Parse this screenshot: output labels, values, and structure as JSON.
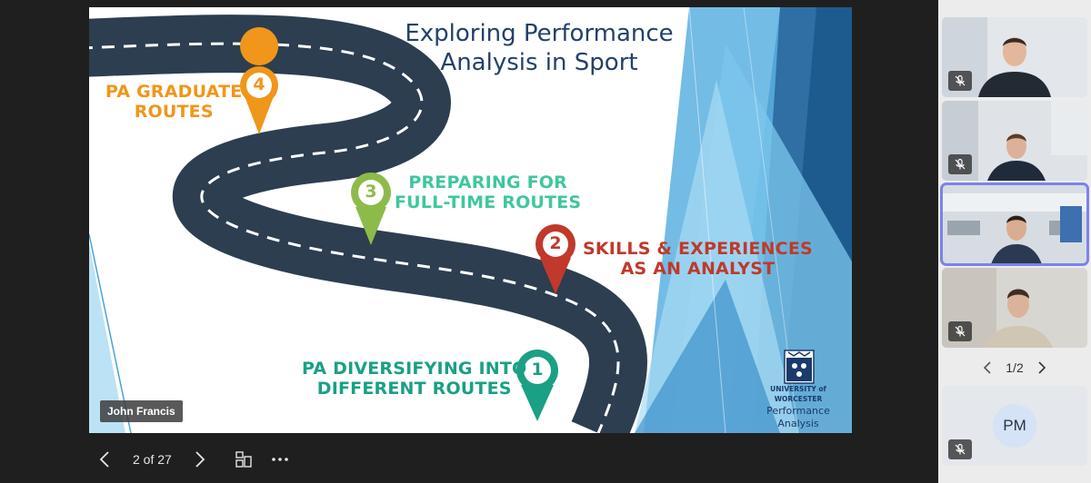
{
  "slide": {
    "title_line1": "Exploring Performance",
    "title_line2": "Analysis in Sport",
    "routes": [
      {
        "number": "1",
        "line1": "PA DIVERSIFYING INTO",
        "line2": "DIFFERENT ROUTES",
        "color": "#1aa084"
      },
      {
        "number": "2",
        "line1": "SKILLS & EXPERIENCES",
        "line2": "AS AN ANALYST",
        "color": "#c0392b"
      },
      {
        "number": "3",
        "line1": "PREPARING FOR",
        "line2": "FULL-TIME ROUTES",
        "color": "#8dbb4a"
      },
      {
        "number": "4",
        "line1": "PA GRADUATE",
        "line2": "ROUTES",
        "color": "#f0961a"
      }
    ],
    "logo": {
      "name_line1": "UNIVERSITY of",
      "name_line2": "WORCESTER",
      "dept_line1": "Performance",
      "dept_line2": "Analysis"
    }
  },
  "presenter_label": "John Francis",
  "toolbar": {
    "page_indicator": "2 of 27",
    "prev_icon": "chevron-left-icon",
    "next_icon": "chevron-right-icon",
    "grid_icon": "slide-grid-icon",
    "more_icon": "more-options-icon"
  },
  "participants": {
    "page_indicator": "1/2",
    "muted_icon": "mic-off-icon",
    "avatar_initials": "PM",
    "active_color": "#7b83eb"
  }
}
